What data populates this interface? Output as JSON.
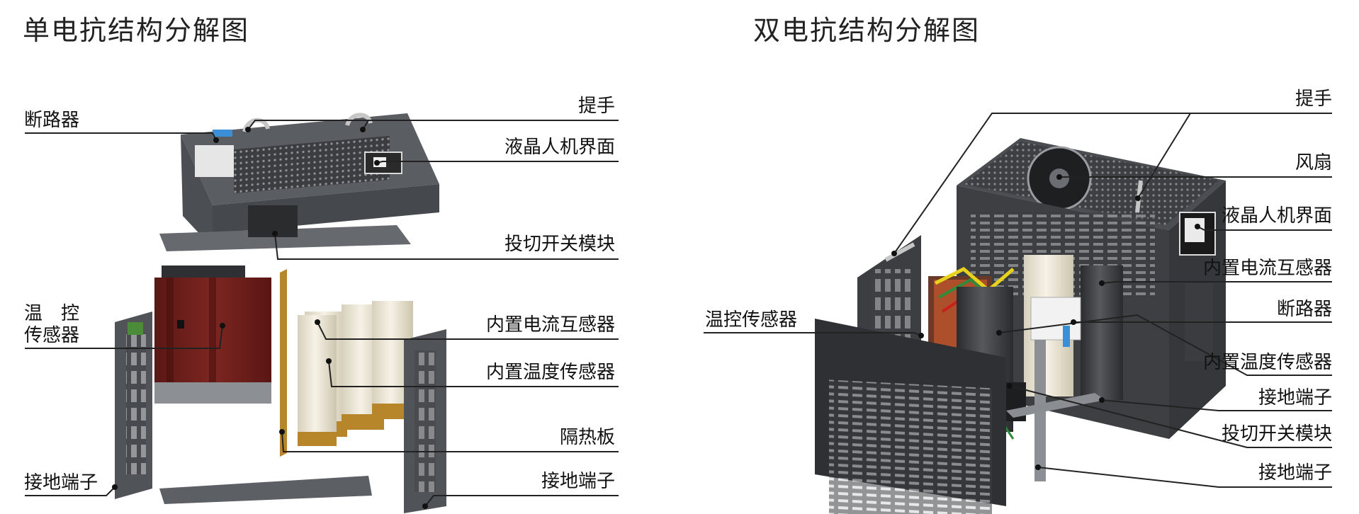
{
  "left_title": "单电抗结构分解图",
  "right_title": "双电抗结构分解图",
  "left_labels": {
    "breaker": "断路器",
    "temp_sensor_a": "温　控",
    "temp_sensor_b": "传感器",
    "ground_left": "接地端子",
    "handle": "提手",
    "lcd": "液晶人机界面",
    "switch_module": "投切开关模块",
    "ct": "内置电流互感器",
    "inner_temp": "内置温度传感器",
    "insulation": "隔热板",
    "ground_right": "接地端子"
  },
  "right_labels": {
    "temp_sensor": "温控传感器",
    "handle": "提手",
    "fan": "风扇",
    "lcd": "液晶人机界面",
    "ct": "内置电流互感器",
    "breaker": "断路器",
    "inner_temp": "内置温度传感器",
    "ground_1": "接地端子",
    "switch_module": "投切开关模块",
    "ground_2": "接地端子"
  },
  "colors": {
    "panel_dark": "#3d3f42",
    "panel_mid": "#5b5e62",
    "reactor_red": "#6e1f1c",
    "capacitor": "#ece6d4",
    "brass": "#b8862a",
    "line": "#222222"
  }
}
